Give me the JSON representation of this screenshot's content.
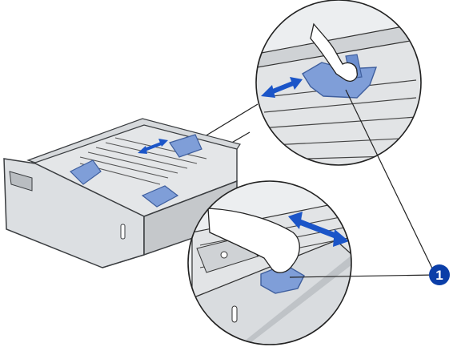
{
  "figure": {
    "callout": {
      "number": "1"
    },
    "colors": {
      "tray_body": "#e4e6e8",
      "tray_shadow": "#c5c8cb",
      "tray_outline": "#3a3d40",
      "guide_blue": "#7f9ed8",
      "guide_blue_dark": "#3f5f9e",
      "arrow_blue": "#1b55c8",
      "callout_blue": "#0b3ea8",
      "hand_fill": "#ffffff"
    },
    "icons": [
      "paper-tray",
      "width-guide",
      "length-guide",
      "double-arrow",
      "hand",
      "zoom-circle",
      "callout-badge"
    ]
  }
}
